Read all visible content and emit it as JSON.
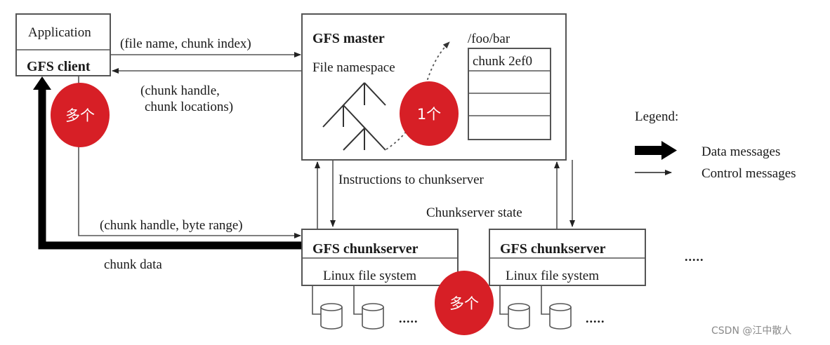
{
  "client": {
    "application_label": "Application",
    "client_label": "GFS client"
  },
  "messages": {
    "request": "(file name, chunk index)",
    "reply_line1": "(chunk handle,",
    "reply_line2": "chunk locations)",
    "instructions": "Instructions to chunkserver",
    "chunkserver_state": "Chunkserver state",
    "byte_range": "(chunk handle, byte range)",
    "chunk_data": "chunk data"
  },
  "master": {
    "title": "GFS master",
    "namespace_label": "File namespace",
    "file_path": "/foo/bar",
    "chunk_table": [
      "chunk 2ef0",
      "",
      "",
      ""
    ]
  },
  "chunkservers": [
    {
      "title": "GFS chunkserver",
      "fs_label": "Linux file system",
      "ellipsis": "....."
    },
    {
      "title": "GFS chunkserver",
      "fs_label": "Linux file system",
      "ellipsis": "....."
    }
  ],
  "more_servers": ".....",
  "legend": {
    "title": "Legend:",
    "items": [
      {
        "kind": "data",
        "label": "Data messages"
      },
      {
        "kind": "control",
        "label": "Control messages"
      }
    ]
  },
  "annotations": {
    "client_badge": "多个",
    "master_badge": "1个",
    "chunkserver_badge": "多个",
    "badge_color": "#d71f26"
  },
  "watermark": "CSDN @江中散人"
}
